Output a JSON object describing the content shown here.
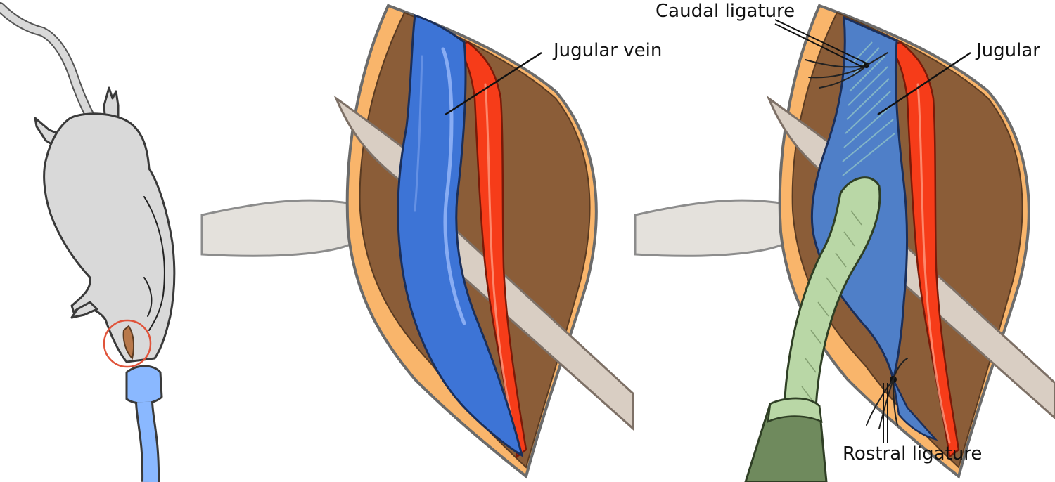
{
  "labels": {
    "jugular_vein": "Jugular vein",
    "caudal_ligature": "Caudal ligature",
    "jugular": "Jugular",
    "rostral_ligature": "Rostral ligature"
  },
  "colors": {
    "skin": "#f9b56b",
    "tissue": "#8b5d38",
    "vein": "#3d74d6",
    "vein_cut": "#4f7fc8",
    "artery": "#f63c19",
    "retractor": "#d9cec3",
    "bar": "#e4e1dc",
    "mouse": "#d9d9d9",
    "catheter": "#8ab8ff",
    "cannula": "#b9d7a6",
    "hub": "#6f8a5d",
    "incision_ring": "#e0533a"
  }
}
